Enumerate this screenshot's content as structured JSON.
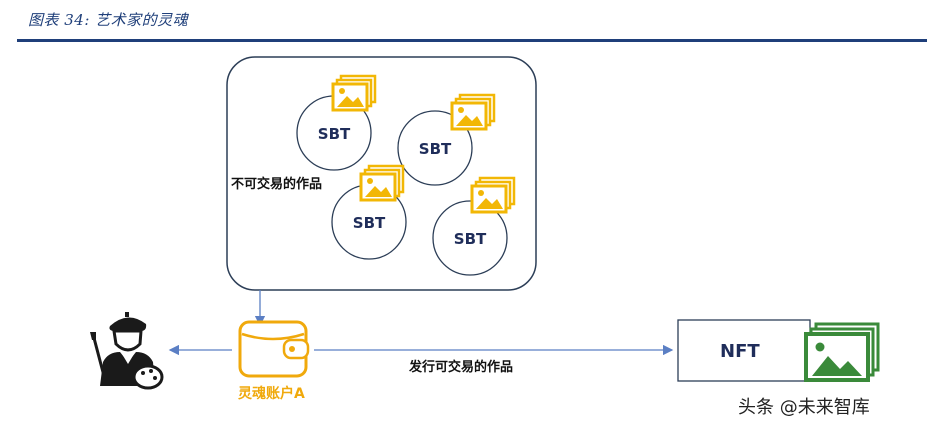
{
  "figure": {
    "title": "图表 34: 艺术家的灵魂"
  },
  "soul_box": {
    "label": "不可交易的作品",
    "tokens": [
      "SBT",
      "SBT",
      "SBT",
      "SBT"
    ]
  },
  "wallet": {
    "label": "灵魂账户A"
  },
  "flow": {
    "label": "发行可交易的作品"
  },
  "nft": {
    "label": "NFT"
  },
  "watermark": {
    "text": "头条 @未来智库"
  },
  "colors": {
    "title": "#1f3f7a",
    "token_text": "#1f2d5a",
    "picture_icon_yellow": "#f2b705",
    "picture_icon_green": "#3a8a3a",
    "wallet_outline": "#f0a90c",
    "box_border": "#2c3e57",
    "arrow": "#5b7fc4"
  },
  "icons": [
    "picture-icon",
    "wallet-icon",
    "artist-icon"
  ]
}
